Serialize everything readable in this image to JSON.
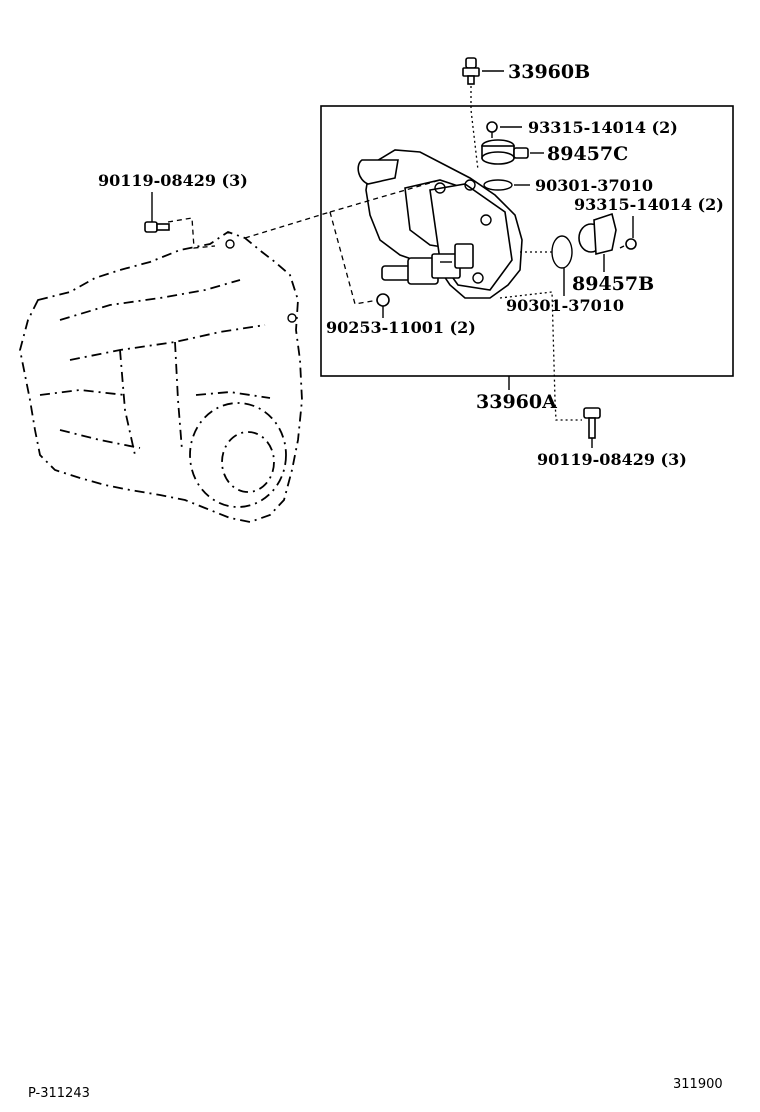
{
  "labels": {
    "p33960B": "33960B",
    "p93315_top": "93315-14014 (2)",
    "p89457C": "89457C",
    "p90301_top": "90301-37010",
    "p90119_left": "90119-08429 (3)",
    "p93315_right": "93315-14014 (2)",
    "p89457B": "89457B",
    "p90301_bottom": "90301-37010",
    "p90253": "90253-11001 (2)",
    "p33960A": "33960A",
    "p90119_bottom": "90119-08429 (3)"
  },
  "footer": {
    "left_code": "P-311243",
    "right_code": "311900"
  }
}
